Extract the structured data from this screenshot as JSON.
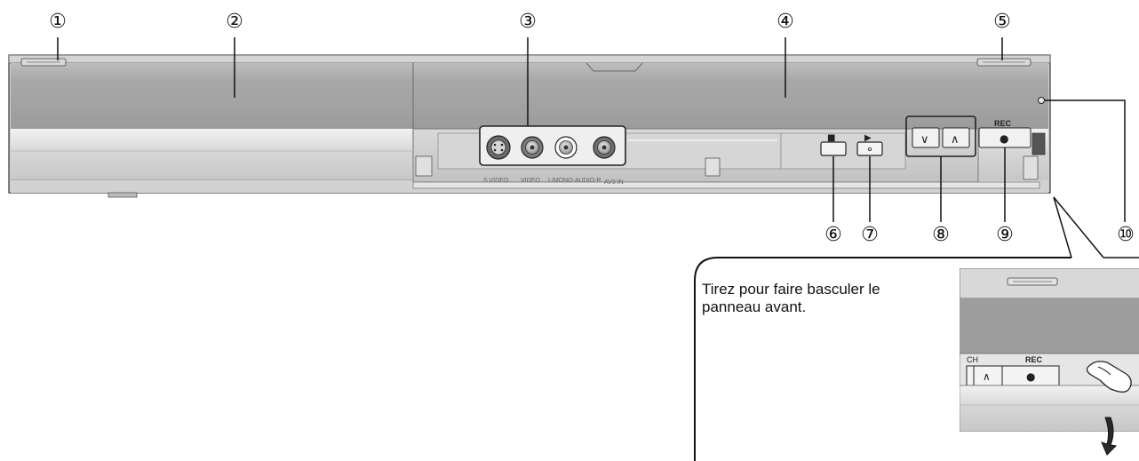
{
  "callouts": [
    "①",
    "②",
    "③",
    "④",
    "⑤",
    "⑥",
    "⑦",
    "⑧",
    "⑨",
    "⑩"
  ],
  "labels": {
    "rec": "REC",
    "ch": "CH",
    "s_video": "S VIDEO",
    "video": "VIDEO",
    "l_mono_audio_r": "L/MONO-AUDIO-R",
    "av3_in": "AV3 IN"
  },
  "symbols": {
    "stop": "■",
    "play": "▶",
    "ch_down": "∨",
    "ch_up": "∧",
    "rec_dot": "●"
  },
  "inset": {
    "text": "Tirez pour faire basculer le panneau avant."
  }
}
